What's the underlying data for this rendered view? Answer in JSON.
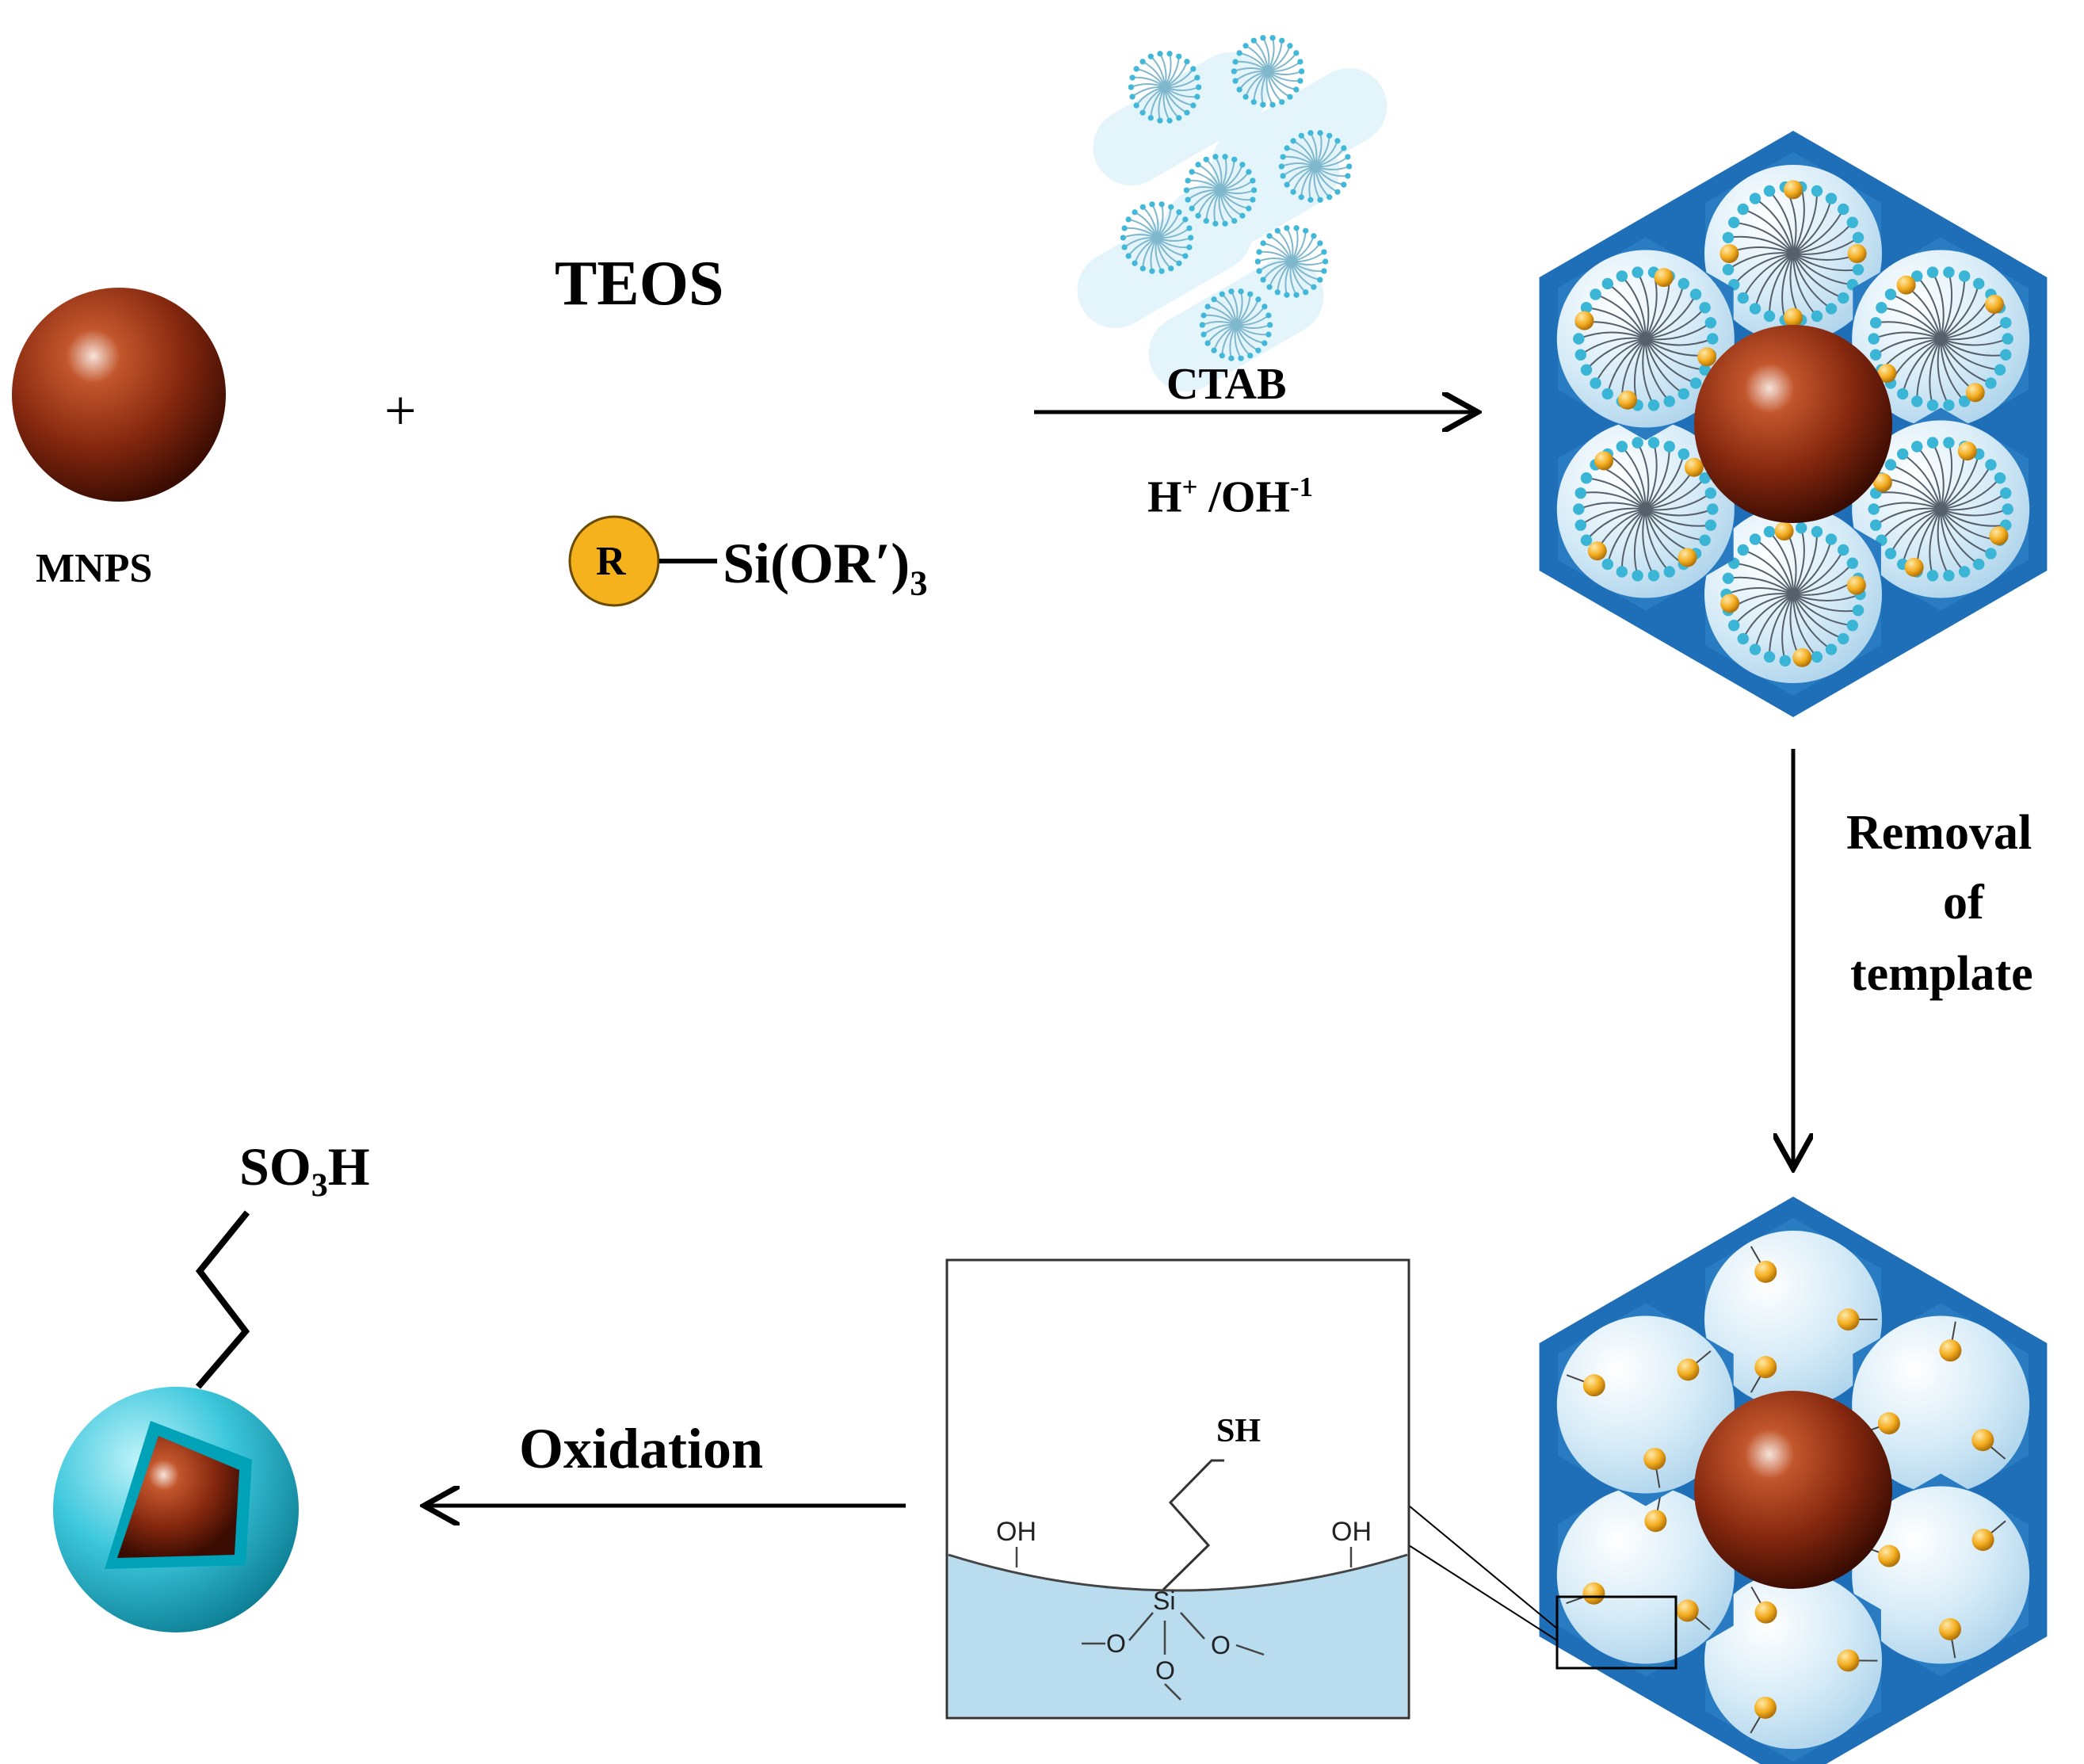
{
  "labels": {
    "mnps": "MNPS",
    "plus": "+",
    "teos": "TEOS",
    "r_group": "R",
    "silane": "Si(OR′)",
    "silane_sub": "3",
    "ctab": "CTAB",
    "ph_h": "H",
    "ph_h_sup": "+",
    "ph_oh": " /OH",
    "ph_oh_sup": "-1",
    "removal_line1": "Removal",
    "removal_line2": "of",
    "removal_line3": "template",
    "oxidation": "Oxidation",
    "so3h_main": "SO",
    "so3h_sub": "3",
    "so3h_end": "H",
    "inset_sh": "SH",
    "inset_oh_left": "OH",
    "inset_oh_right": "OH",
    "inset_si": "Si",
    "inset_o1": "O",
    "inset_o2": "O",
    "inset_o3": "O"
  },
  "colors": {
    "framework_blue": "#1f6fb8",
    "pore_light": "#d8ecf7",
    "nanoparticle": "#8a2a10",
    "functional_group": "#f5b21c",
    "shell_cyan": "#35c6d9",
    "inset_fill": "#b9dcef"
  }
}
